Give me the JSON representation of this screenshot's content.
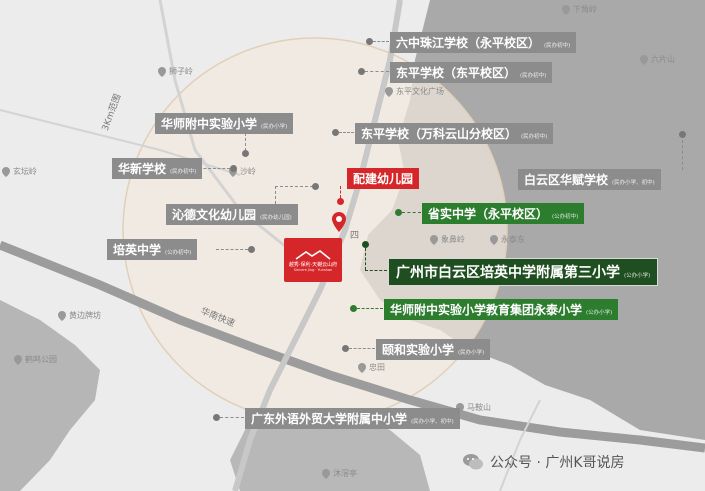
{
  "map": {
    "colors": {
      "background": "#ececec",
      "land_dark": "#a9a9a9",
      "road": "#9c9c9c",
      "ring_fill": "#f3e9de",
      "ring_stroke": "#e2cfb8",
      "red": "#d5262a",
      "green": "#2d7d2f",
      "dark_green": "#1f4f20",
      "gray_label": "#8c8c8c"
    },
    "ring_label": "3Km范围",
    "road_label": "华南快速",
    "road_mark": "四",
    "project_badge": {
      "logo_text": "越秀·保利·天樾云山府",
      "subline": "Sincere Jing · Yunshan"
    },
    "pois": [
      "下角岭",
      "六片山",
      "狮子岭",
      "东平文化广场",
      "玄坛岭",
      "沙岭",
      "象鼻岭",
      "永泰东",
      "黄边牌坊",
      "鹤鸣公园",
      "忠田",
      "马鞍山",
      "沐滘亭"
    ],
    "labels": {
      "school_1": {
        "name": "六中珠江学校（永平校区）",
        "tag": "(民办初中)"
      },
      "school_2": {
        "name": "东平学校（东平校区）",
        "tag": "(民办初中)"
      },
      "school_3": {
        "name": "华师附中实验小学",
        "tag": "(民办小学)"
      },
      "school_4": {
        "name": "东平学校（万科云山分校区）",
        "tag": "(民办初中)"
      },
      "school_5": {
        "name": "华新学校",
        "tag": "(民办初中)"
      },
      "school_6": {
        "name": "白云区华赋学校",
        "tag": "(民办小学、初中)"
      },
      "school_7": {
        "name": "配建幼儿园",
        "tag": ""
      },
      "school_8": {
        "name": "沁德文化幼儿园",
        "tag": "(民办幼儿园)"
      },
      "school_9": {
        "name": "省实中学（永平校区）",
        "tag": "(公办初中)"
      },
      "school_10": {
        "name": "培英中学",
        "tag": "(公办初中)"
      },
      "school_11": {
        "name": "广州市白云区培英中学附属第三小学",
        "tag": "(公办小学)"
      },
      "school_12": {
        "name": "华师附中实验小学教育集团永泰小学",
        "tag": "(公办小学)"
      },
      "school_13": {
        "name": "颐和实验小学",
        "tag": "(民办小学)"
      },
      "school_14": {
        "name": "广东外语外贸大学附属中小学",
        "tag": "(民办小学、初中)"
      }
    },
    "watermark": "公众号 · 广州K哥说房"
  }
}
